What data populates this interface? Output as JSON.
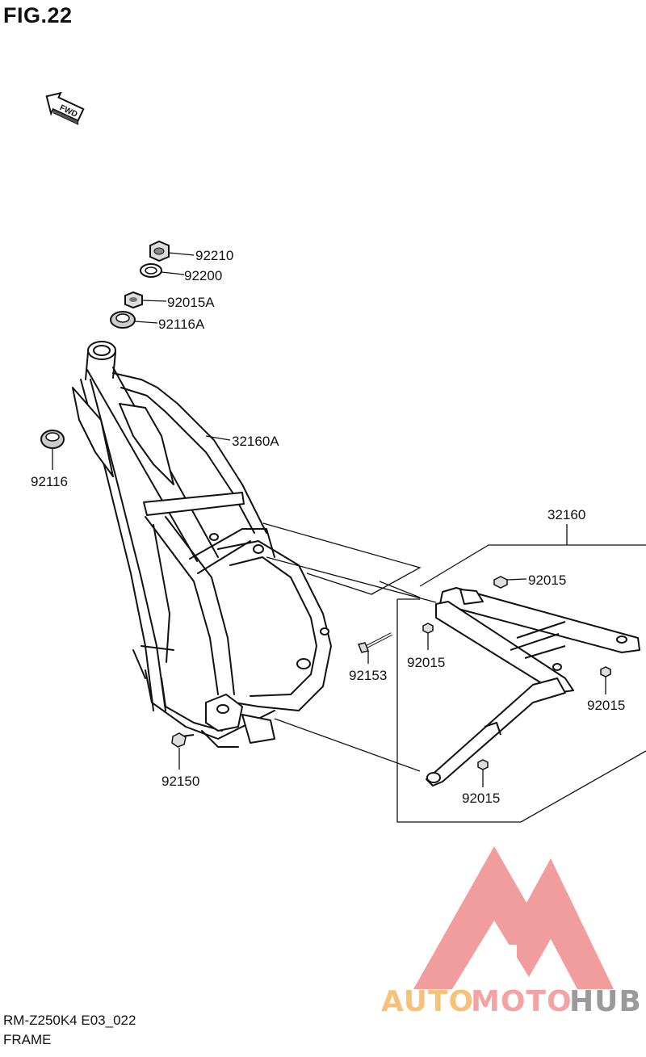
{
  "figure": {
    "title": "FIG.22",
    "model_code": "RM-Z250K4 E03_022",
    "assembly_name": "FRAME",
    "fwd_label": "FWD"
  },
  "parts": [
    {
      "id": "p92210",
      "number": "92210"
    },
    {
      "id": "p92200",
      "number": "92200"
    },
    {
      "id": "p92015A",
      "number": "92015A"
    },
    {
      "id": "p92116A",
      "number": "92116A"
    },
    {
      "id": "p32160A",
      "number": "32160A"
    },
    {
      "id": "p92116",
      "number": "92116"
    },
    {
      "id": "p32160",
      "number": "32160"
    },
    {
      "id": "p92015_1",
      "number": "92015"
    },
    {
      "id": "p92015_2",
      "number": "92015"
    },
    {
      "id": "p92153",
      "number": "92153"
    },
    {
      "id": "p92015_3",
      "number": "92015"
    },
    {
      "id": "p92150",
      "number": "92150"
    },
    {
      "id": "p92015_4",
      "number": "92015"
    }
  ],
  "watermark": {
    "brand_part1": "AUTO",
    "brand_part2": "MOTO",
    "brand_part3": "HUB",
    "color_part1": "#f6c27a",
    "color_part2": "#f3a3a3",
    "color_part3": "#9a9a9a",
    "logo_color": "#f08c8c"
  }
}
